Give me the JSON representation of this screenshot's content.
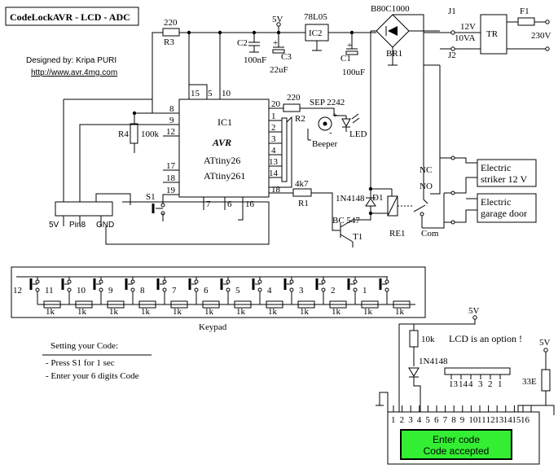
{
  "title": "CodeLockAVR - LCD - ADC",
  "credits": {
    "author": "Designed by: Kripa PURI",
    "url": "http://www.avr.4mg.com"
  },
  "mcu": {
    "ref": "IC1",
    "brand": "AVR",
    "model1": "ATtiny26",
    "model2": "ATtiny261",
    "pins": {
      "p15": "15",
      "p5": "5",
      "p10": "10",
      "p8": "8",
      "p9": "9",
      "p12": "12",
      "p17": "17",
      "p18": "18",
      "p19": "19",
      "p7": "7",
      "p6": "6",
      "p16": "16",
      "p20": "20",
      "p1": "1",
      "p2": "2",
      "p3": "3",
      "p4": "4",
      "p13": "13",
      "p14": "14",
      "p18b": "18"
    }
  },
  "power": {
    "v5": "5V",
    "c2_ref": "C2",
    "c2_val": "100nF",
    "c3_ref": "C3",
    "c3_val": "22uF",
    "reg_name": "78L05",
    "reg_ref": "IC2",
    "c1_ref": "C1",
    "c1_val": "100uF",
    "bridge_name": "B80C1000",
    "bridge_ref": "BR1",
    "j1": "J1",
    "j2": "J2",
    "volt": "12V",
    "va": "10VA",
    "tr": "TR",
    "fuse": "F1",
    "mains": "230V"
  },
  "parts": {
    "r3_val": "220",
    "r3_ref": "R3",
    "r4_ref": "R4",
    "r4_val": "100k",
    "r2_val": "220",
    "r2_ref": "R2",
    "sep": "SEP 2242",
    "beeper": "Beeper",
    "led": "LED",
    "plus": "+",
    "minus": "-",
    "s1": "S1",
    "r1_val": "4k7",
    "r1_ref": "R1",
    "d1_name": "1N4148",
    "d1_ref": "D1",
    "t1_name": "BC 547",
    "t1_ref": "T1",
    "re1": "RE1",
    "nc": "NC",
    "no": "NO",
    "com": "Com"
  },
  "outputs": {
    "striker1": "Electric",
    "striker2": "striker  12 V",
    "garage1": "Electric",
    "garage2": "garage door"
  },
  "header": {
    "v5": "5V",
    "pin8": "Pin8",
    "gnd": "GND"
  },
  "keypad": {
    "label": "Keypad",
    "keys": [
      "12",
      "11",
      "10",
      "9",
      "8",
      "7",
      "6",
      "5",
      "4",
      "3",
      "2",
      "1"
    ],
    "resistor": "1k"
  },
  "instructions": {
    "title": "Setting your Code:",
    "step1": "- Press S1 for 1 sec",
    "step2": "- Enter your 6 digits Code"
  },
  "lcd": {
    "option": "LCD is an option !",
    "v5a": "5V",
    "v5b": "5V",
    "r10k": "10k",
    "diode": "1N4148",
    "r33e": "33E",
    "line1": "Enter code",
    "line2": "Code accepted",
    "screen_color": "#33ee33",
    "upper_pins": [
      "13",
      "14",
      "4",
      "3",
      "2",
      "1"
    ],
    "pins": [
      "1",
      "2",
      "3",
      "4",
      "5",
      "6",
      "7",
      "8",
      "9",
      "10",
      "11",
      "12",
      "13",
      "14",
      "15",
      "16"
    ]
  }
}
